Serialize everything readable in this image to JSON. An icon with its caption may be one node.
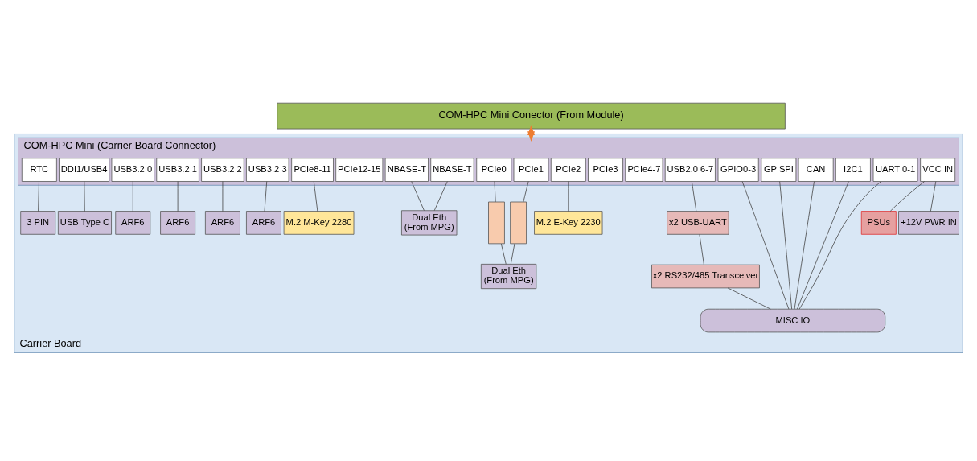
{
  "diagram": {
    "nodes": [
      {
        "text": [
          "COM-HPC Mini Conector (From Module)"
        ]
      },
      {
        "text": [
          "Carrier Board"
        ]
      },
      {
        "text": [
          "COM-HPC Mini (Carrier Board Connector)"
        ],
        "in": 1
      },
      {
        "text": [
          "RTC"
        ],
        "in": 2
      },
      {
        "text": [
          "DDI1/USB4"
        ],
        "in": 2
      },
      {
        "text": [
          "USB3.2 0"
        ],
        "in": 2
      },
      {
        "text": [
          "USB3.2 1"
        ],
        "in": 2
      },
      {
        "text": [
          "USB3.2 2"
        ],
        "in": 2
      },
      {
        "text": [
          "USB3.2 3"
        ],
        "in": 2
      },
      {
        "text": [
          "PCIe8-11"
        ],
        "in": 2
      },
      {
        "text": [
          "PCIe12-15"
        ],
        "in": 2
      },
      {
        "text": [
          "NBASE-T"
        ],
        "in": 2
      },
      {
        "text": [
          "NBASE-T"
        ],
        "in": 2
      },
      {
        "text": [
          "PCIe0"
        ],
        "in": 2
      },
      {
        "text": [
          "PCIe1"
        ],
        "in": 2
      },
      {
        "text": [
          "PCIe2"
        ],
        "in": 2
      },
      {
        "text": [
          "PCIe3"
        ],
        "in": 2
      },
      {
        "text": [
          "PCIe4-7"
        ],
        "in": 2
      },
      {
        "text": [
          "USB2.0 6-7"
        ],
        "in": 2
      },
      {
        "text": [
          "GPIO0-3"
        ],
        "in": 2
      },
      {
        "text": [
          "GP SPI"
        ],
        "in": 2
      },
      {
        "text": [
          "CAN"
        ],
        "in": 2
      },
      {
        "text": [
          "I2C1"
        ],
        "in": 2
      },
      {
        "text": [
          "UART 0-1"
        ],
        "in": 2
      },
      {
        "text": [
          "VCC IN"
        ],
        "in": 2
      },
      {
        "text": [
          "3 PIN"
        ],
        "in": 1
      },
      {
        "text": [
          "M.2 M-Key 2280"
        ],
        "in": 1
      },
      {
        "text": [],
        "shape": "box",
        "in": 1
      },
      {
        "text": [],
        "shape": "box",
        "in": 1
      },
      {
        "text": [
          "M.2 E-Key 2230"
        ],
        "in": 1
      },
      {
        "text": [
          "x2 USB-UART"
        ],
        "in": 1
      },
      {
        "text": [
          "x2 RS232/485 Transceiver"
        ],
        "in": 1
      },
      {
        "text": [
          "PSUs"
        ],
        "in": 1
      },
      {
        "text": [
          "USB Type C"
        ],
        "in": 1
      },
      {
        "text": [
          "ARF6"
        ],
        "in": 1
      },
      {
        "text": [
          "ARF6"
        ],
        "in": 1
      },
      {
        "text": [
          "ARF6"
        ],
        "in": 1
      },
      {
        "text": [
          "ARF6"
        ],
        "in": 1
      },
      {
        "text": [
          "Dual Eth",
          "(From MPG)"
        ],
        "in": 1
      },
      {
        "text": [
          "Dual Eth",
          "(From MPG)"
        ],
        "in": 1
      },
      {
        "text": [
          "MISC IO"
        ],
        "in": 1
      },
      {
        "text": [
          "+12V PWR IN"
        ],
        "in": 1
      }
    ],
    "edges": [
      {
        "from": 0,
        "to": 2,
        "arrow": "both",
        "style": "thick",
        "color": "#ed7d31"
      },
      {
        "from": 3,
        "to": 25,
        "arrow": "none"
      },
      {
        "from": 4,
        "to": 33,
        "arrow": "none"
      },
      {
        "from": 5,
        "to": 34,
        "arrow": "none"
      },
      {
        "from": 6,
        "to": 35,
        "arrow": "none"
      },
      {
        "from": 7,
        "to": 36,
        "arrow": "none"
      },
      {
        "from": 8,
        "to": 37,
        "arrow": "none"
      },
      {
        "from": 9,
        "to": 26,
        "arrow": "none"
      },
      {
        "from": 11,
        "to": 38,
        "arrow": "none"
      },
      {
        "from": 12,
        "to": 38,
        "arrow": "none"
      },
      {
        "from": 13,
        "to": 27,
        "arrow": "none"
      },
      {
        "from": 14,
        "to": 28,
        "arrow": "none"
      },
      {
        "from": 27,
        "to": 39,
        "arrow": "none"
      },
      {
        "from": 28,
        "to": 39,
        "arrow": "none"
      },
      {
        "from": 15,
        "to": 29,
        "arrow": "none"
      },
      {
        "from": 18,
        "to": 30,
        "arrow": "none"
      },
      {
        "from": 30,
        "to": 31,
        "arrow": "none"
      },
      {
        "from": 31,
        "to": 40,
        "arrow": "none"
      },
      {
        "from": 19,
        "to": 40,
        "arrow": "none"
      },
      {
        "from": 20,
        "to": 40,
        "arrow": "none"
      },
      {
        "from": 21,
        "to": 40,
        "arrow": "none"
      },
      {
        "from": 22,
        "to": 40,
        "arrow": "none"
      },
      {
        "from": 23,
        "to": 40,
        "arrow": "none"
      },
      {
        "from": 24,
        "to": 41,
        "arrow": "none"
      },
      {
        "from": 32,
        "to": 24,
        "arrow": "none"
      }
    ]
  }
}
